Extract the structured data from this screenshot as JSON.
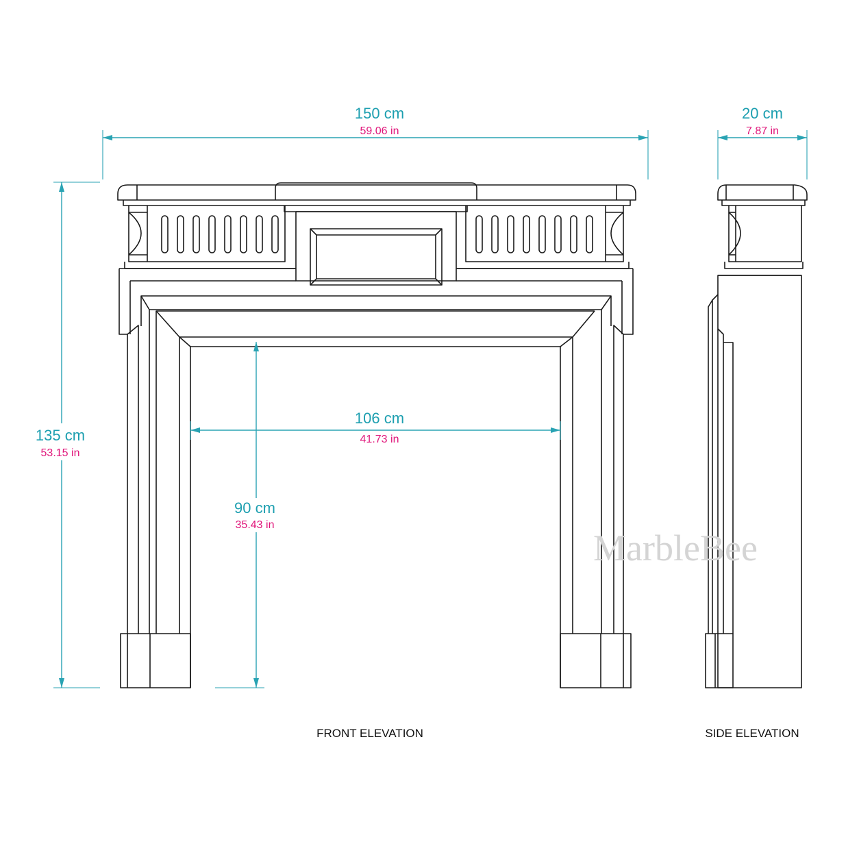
{
  "dimensions": {
    "overall_width": {
      "cm": "150 cm",
      "inches": "59.06 in"
    },
    "depth": {
      "cm": "20 cm",
      "inches": "7.87 in"
    },
    "overall_height": {
      "cm": "135 cm",
      "inches": "53.15 in"
    },
    "opening_width": {
      "cm": "106 cm",
      "inches": "41.73 in"
    },
    "opening_height": {
      "cm": "90 cm",
      "inches": "35.43 in"
    }
  },
  "views": {
    "front": "FRONT ELEVATION",
    "side": "SIDE ELEVATION"
  },
  "watermark": "MarbleBee",
  "colors": {
    "dimension_line": "#29a3b3",
    "metric_text": "#1d9fb0",
    "imperial_text": "#e0157a",
    "outline": "#1a1a1a"
  }
}
